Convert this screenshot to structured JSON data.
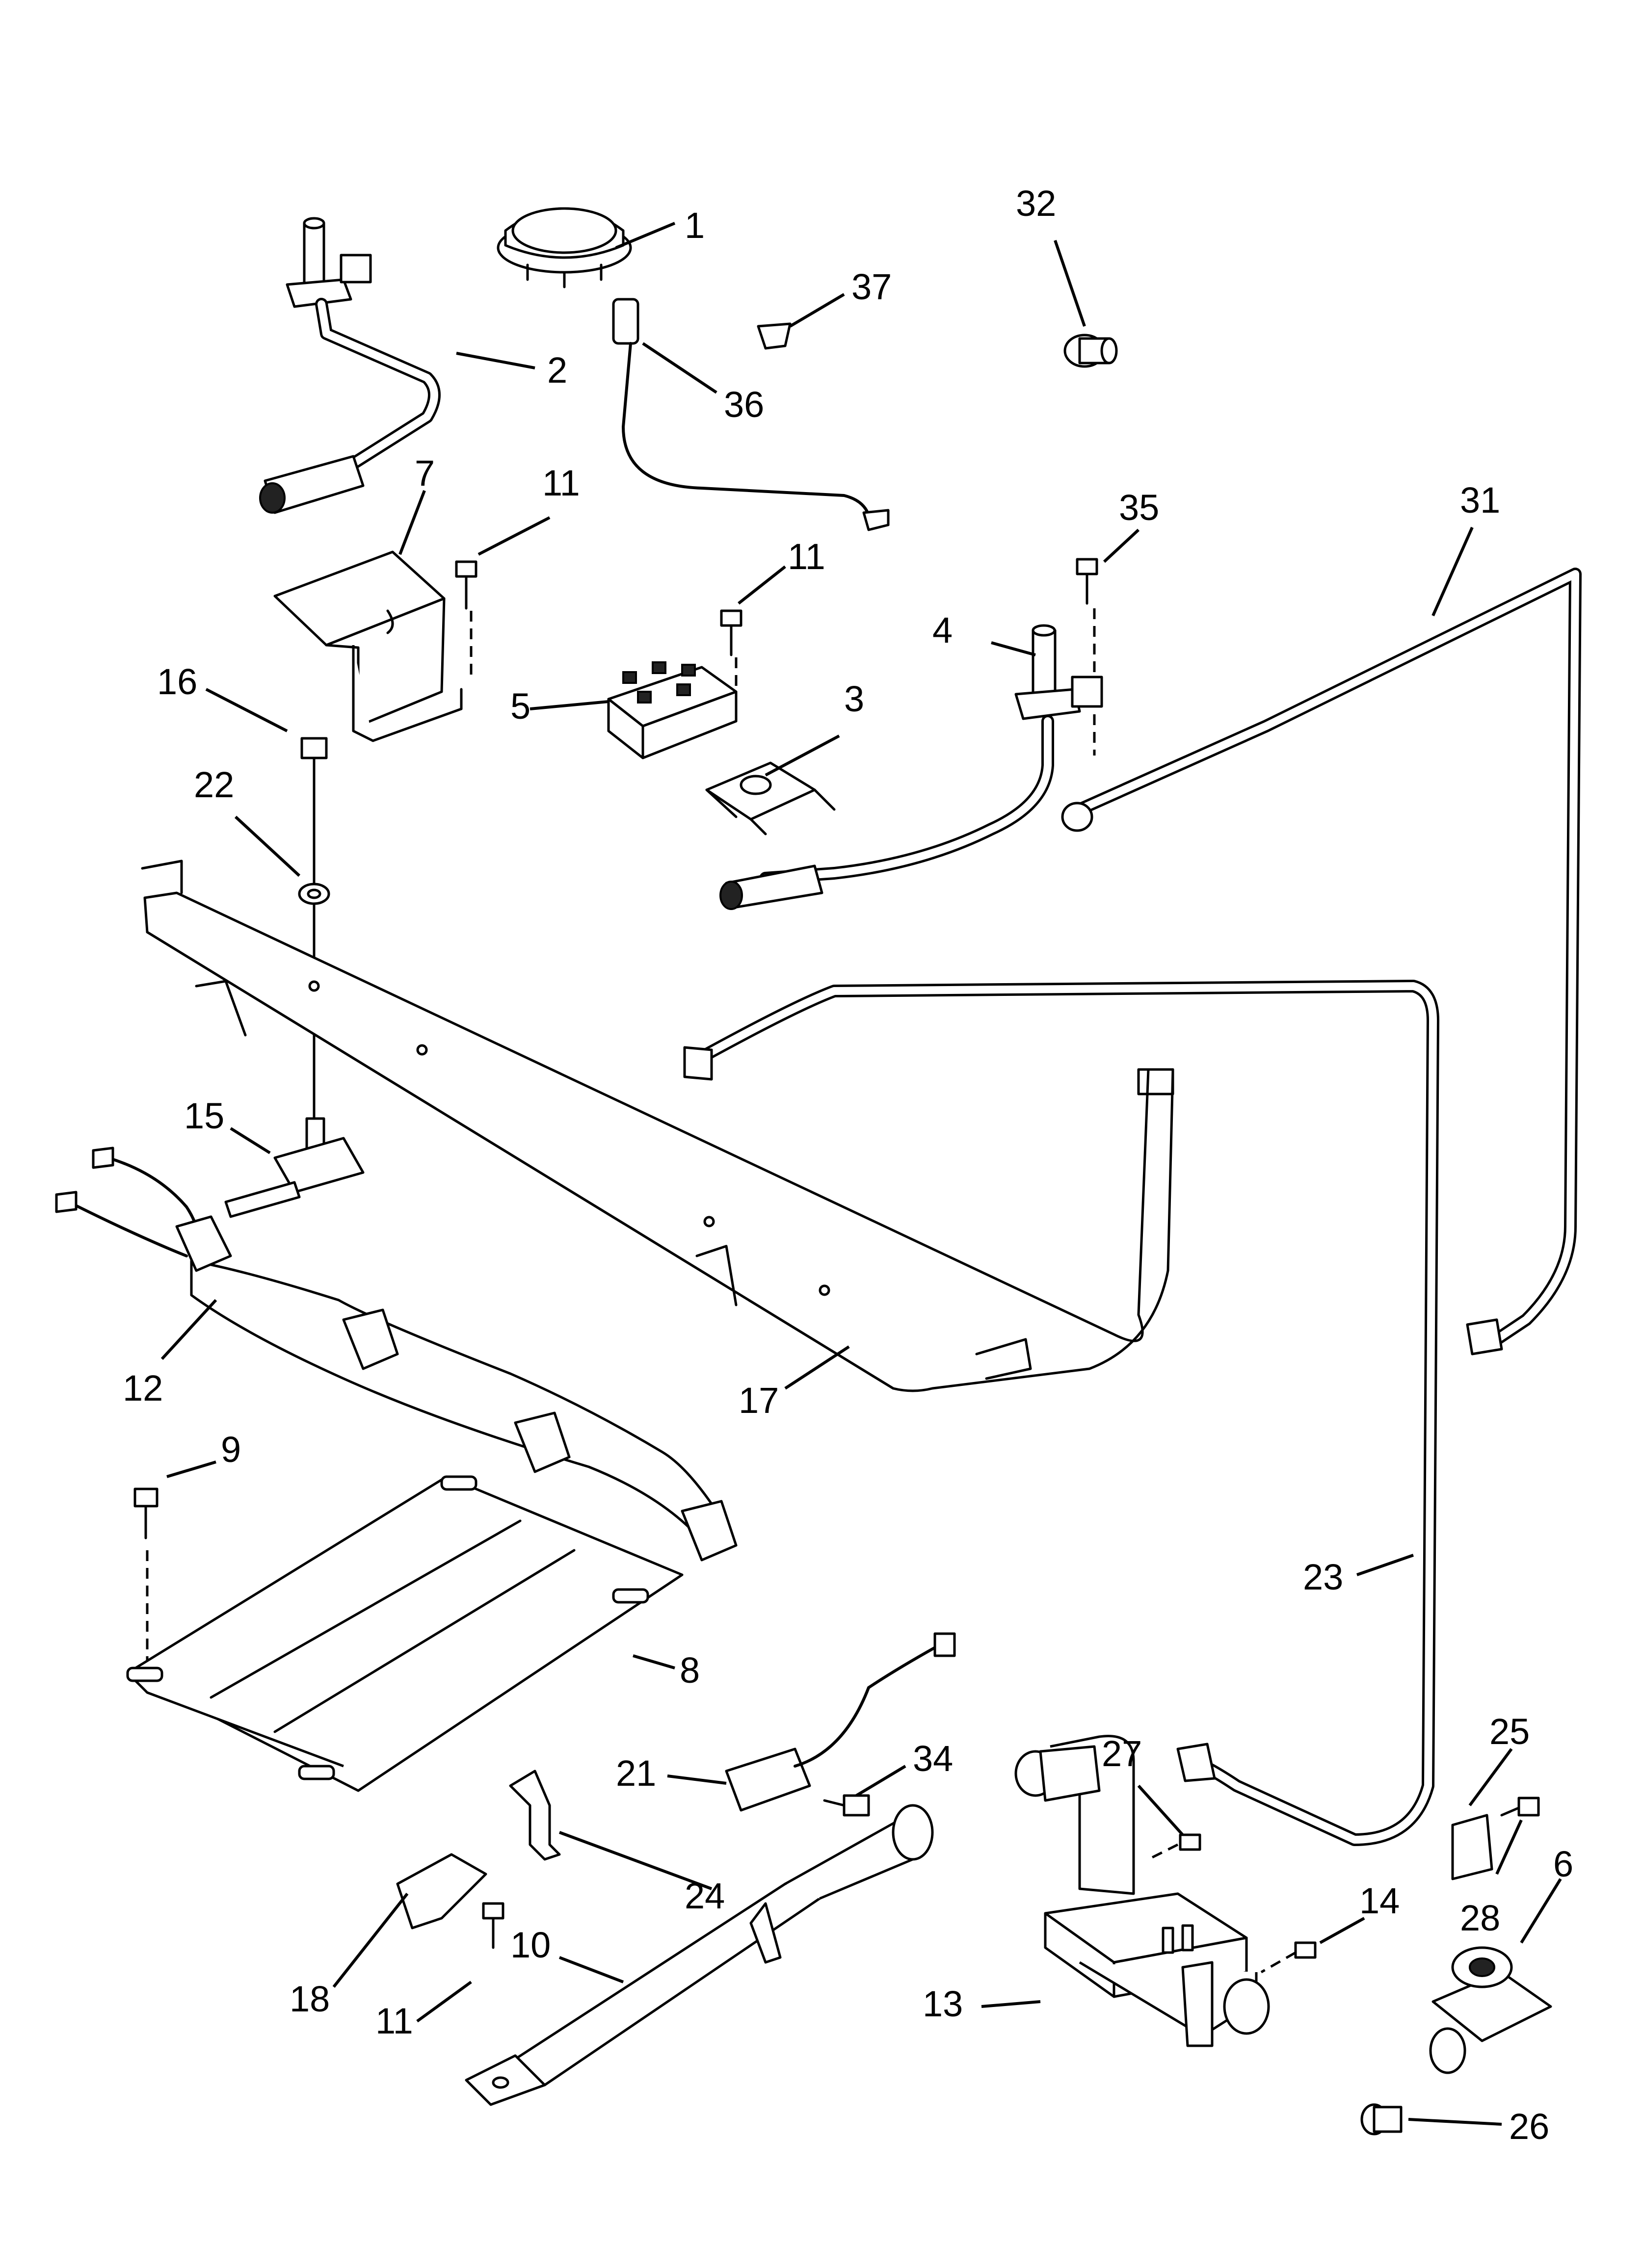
{
  "diagram": {
    "callouts": [
      {
        "id": "c1",
        "label": "1"
      },
      {
        "id": "c2",
        "label": "2"
      },
      {
        "id": "c3",
        "label": "3"
      },
      {
        "id": "c4",
        "label": "4"
      },
      {
        "id": "c5",
        "label": "5"
      },
      {
        "id": "c6",
        "label": "6"
      },
      {
        "id": "c7",
        "label": "7"
      },
      {
        "id": "c8",
        "label": "8"
      },
      {
        "id": "c9",
        "label": "9"
      },
      {
        "id": "c10",
        "label": "10"
      },
      {
        "id": "c11a",
        "label": "11"
      },
      {
        "id": "c11b",
        "label": "11"
      },
      {
        "id": "c11c",
        "label": "11"
      },
      {
        "id": "c12",
        "label": "12"
      },
      {
        "id": "c13",
        "label": "13"
      },
      {
        "id": "c14",
        "label": "14"
      },
      {
        "id": "c15",
        "label": "15"
      },
      {
        "id": "c16",
        "label": "16"
      },
      {
        "id": "c17",
        "label": "17"
      },
      {
        "id": "c18",
        "label": "18"
      },
      {
        "id": "c21",
        "label": "21"
      },
      {
        "id": "c22",
        "label": "22"
      },
      {
        "id": "c23",
        "label": "23"
      },
      {
        "id": "c24",
        "label": "24"
      },
      {
        "id": "c25",
        "label": "25"
      },
      {
        "id": "c26",
        "label": "26"
      },
      {
        "id": "c27",
        "label": "27"
      },
      {
        "id": "c28",
        "label": "28"
      },
      {
        "id": "c31",
        "label": "31"
      },
      {
        "id": "c32",
        "label": "32"
      },
      {
        "id": "c34",
        "label": "34"
      },
      {
        "id": "c35",
        "label": "35"
      },
      {
        "id": "c36",
        "label": "36"
      },
      {
        "id": "c37",
        "label": "37"
      }
    ]
  }
}
